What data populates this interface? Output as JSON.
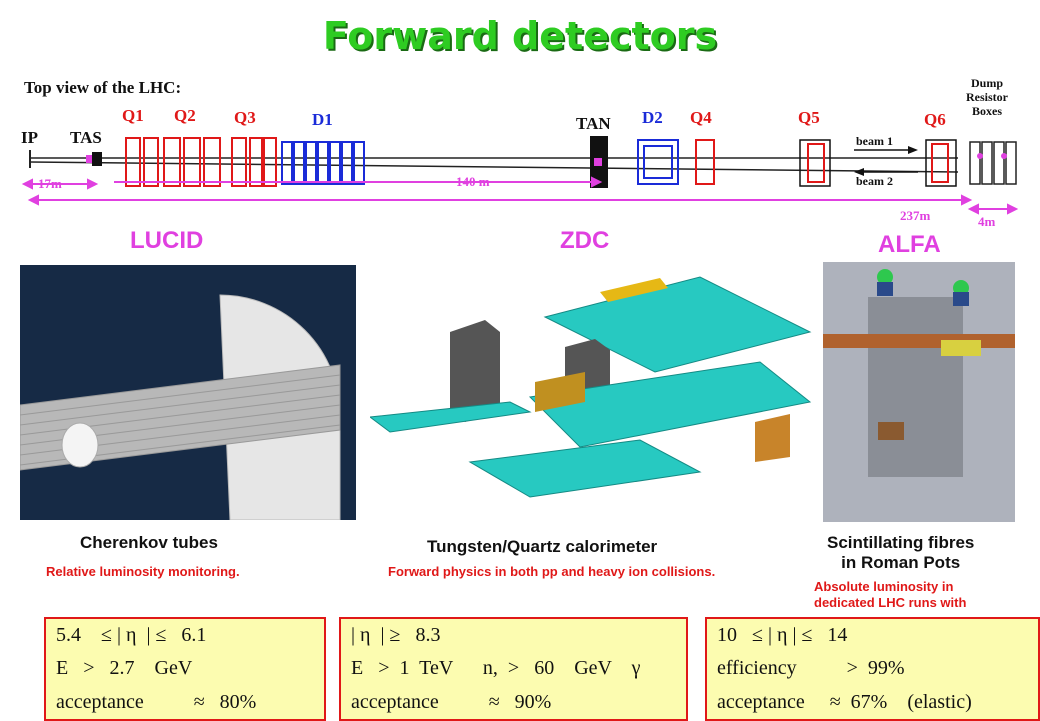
{
  "title": "Forward detectors",
  "schematic": {
    "heading": "Top view of the LHC:",
    "ip": "IP",
    "tas": "TAS",
    "q1": "Q1",
    "q2": "Q2",
    "q3": "Q3",
    "d1": "D1",
    "tan": "TAN",
    "d2": "D2",
    "q4": "Q4",
    "q5": "Q5",
    "q6": "Q6",
    "dump": "Dump\nResistor\nBoxes",
    "beam1": "beam 1",
    "beam2": "beam 2",
    "dist_17": "17m",
    "dist_140": "140 m",
    "dist_237": "237m",
    "dist_4": "4m"
  },
  "detectors": {
    "lucid": "LUCID",
    "zdc": "ZDC",
    "alfa": "ALFA"
  },
  "captions": {
    "lucid_title": "Cherenkov tubes",
    "lucid_sub": "Relative luminosity monitoring.",
    "zdc_title": "Tungsten/Quartz calorimeter",
    "zdc_sub": "Forward physics in both pp and heavy ion collisions.",
    "alfa_title": "Scintillating fibres\nin Roman Pots",
    "alfa_sub": "Absolute luminosity in\ndedicated LHC runs with"
  },
  "boxes": {
    "lucid": {
      "line1": "5.4    ≤ | η  | ≤   6.1",
      "line2": "E   >   2.7    GeV",
      "line3": "acceptance          ≈   80%"
    },
    "zdc": {
      "line1": "| η  | ≥   8.3",
      "line2": "E   >  1  TeV      n,  >   60    GeV    γ",
      "line3": "acceptance          ≈   90%"
    },
    "alfa": {
      "line1": "10   ≤ | η | ≤   14",
      "line2": "efficiency          >  99%",
      "line3": "acceptance     ≈  67%    (elastic)"
    }
  },
  "colors": {
    "title": "#2ecc22",
    "quadrupole": "#e01818",
    "dipole": "#1a2bd8",
    "label_magenta": "#e040e0",
    "box_fill": "#fcfcb0"
  }
}
